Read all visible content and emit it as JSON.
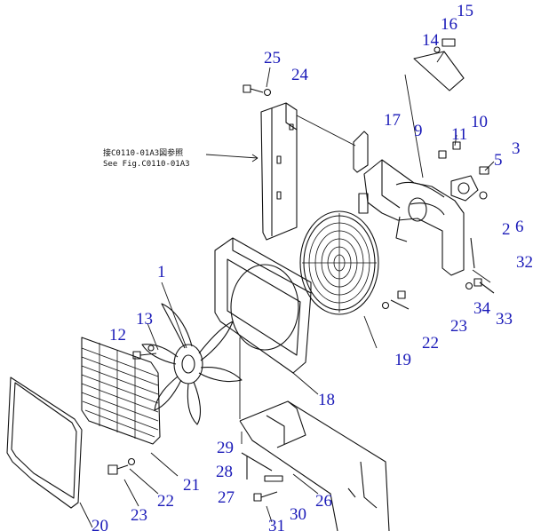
{
  "reference_note": {
    "line1": "接C0110-01A3図参照",
    "line2": "See Fig.C0110-01A3"
  },
  "callouts": {
    "c15": "15",
    "c16": "16",
    "c14": "14",
    "c25": "25",
    "c24": "24",
    "c17": "17",
    "c9": "9",
    "c10": "10",
    "c11": "11",
    "c3": "3",
    "c5": "5",
    "c2": "2",
    "c6": "6",
    "c32": "32",
    "c1": "1",
    "c13": "13",
    "c12": "12",
    "c34": "34",
    "c33": "33",
    "c23a": "23",
    "c22a": "22",
    "c19": "19",
    "c18": "18",
    "c29": "29",
    "c28": "28",
    "c27": "27",
    "c26": "26",
    "c21": "21",
    "c22b": "22",
    "c23b": "23",
    "c30": "30",
    "c31": "31",
    "c20": "20"
  },
  "colors": {
    "callout": "#1a1ab8",
    "line": "#111111"
  }
}
